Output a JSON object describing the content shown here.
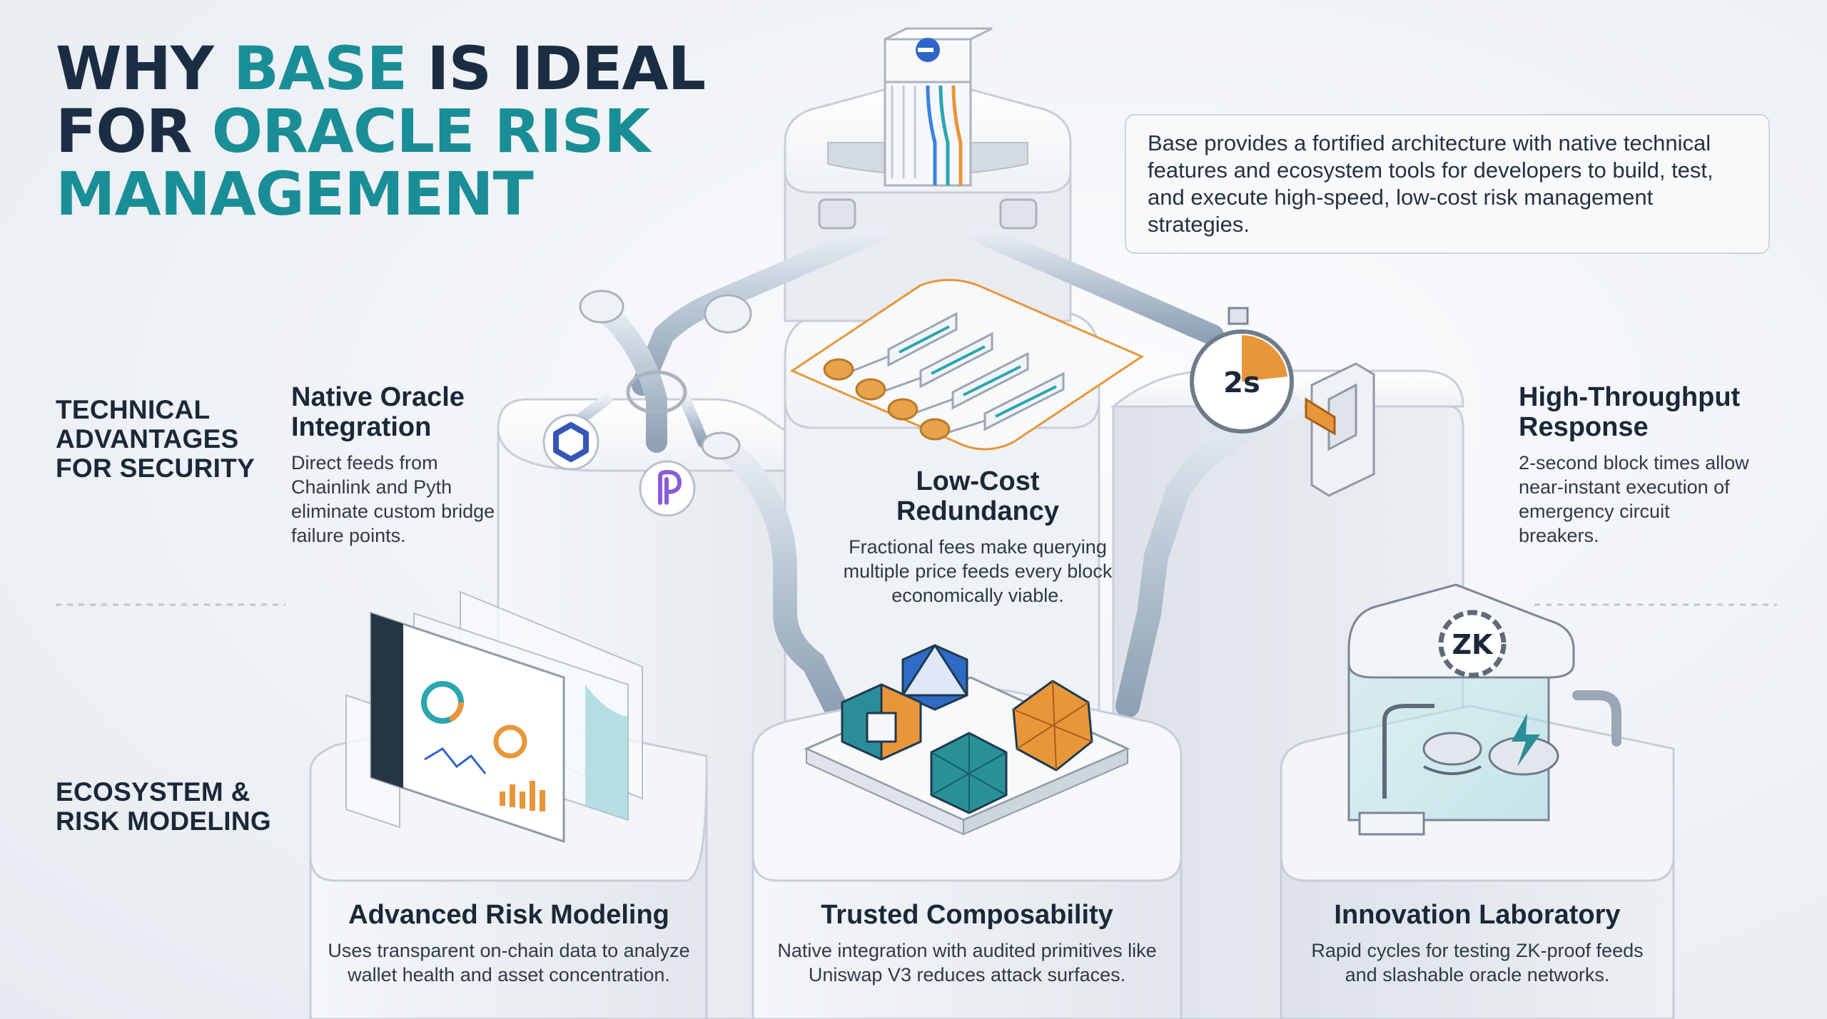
{
  "title": {
    "line1_pre": "WHY ",
    "line1_hl": "BASE",
    "line1_post": " IS IDEAL",
    "line2_pre": "FOR ",
    "line2_hl": "ORACLE RISK",
    "line3": "MANAGEMENT"
  },
  "intro": "Base provides a fortified architecture with native technical features and ecosystem tools for developers to build, test, and execute high-speed, low-cost risk management strategies.",
  "sections": {
    "technical": "TECHNICAL ADVANTAGES FOR SECURITY",
    "ecosystem": "ECOSYSTEM & RISK MODELING"
  },
  "features": {
    "native_oracle": {
      "title": "Native Oracle Integration",
      "desc": "Direct feeds from Chainlink and Pyth eliminate custom bridge failure points."
    },
    "low_cost": {
      "title": "Low-Cost Redundancy",
      "desc": "Fractional fees make querying multiple price feeds every block economically viable."
    },
    "throughput": {
      "title": "High-Throughput Response",
      "desc": "2-second block times allow near-instant execution of emergency circuit breakers."
    },
    "risk_modeling": {
      "title": "Advanced Risk Modeling",
      "desc": "Uses transparent on-chain data to analyze wallet health and asset concentration."
    },
    "composability": {
      "title": "Trusted Composability",
      "desc": "Native integration with audited primitives like Uniswap V3 reduces attack surfaces."
    },
    "innovation": {
      "title": "Innovation Laboratory",
      "desc": "Rapid cycles for testing ZK-proof feeds and slashable oracle networks."
    }
  },
  "labels": {
    "timer": "2s",
    "zk": "ZK"
  },
  "icons": [
    "base-logo-icon",
    "chainlink-icon",
    "pyth-icon",
    "stopwatch-icon",
    "circuit-breaker-switch-icon",
    "zk-gear-icon",
    "lightning-icon",
    "dashboard-panel-icon",
    "coin-icon",
    "primitive-cube-icon"
  ],
  "colors": {
    "title_dark": "#1a2d42",
    "title_accent": "#1a8e96",
    "orange": "#e8963a",
    "teal": "#2b8f94",
    "blue": "#2e66c8"
  }
}
